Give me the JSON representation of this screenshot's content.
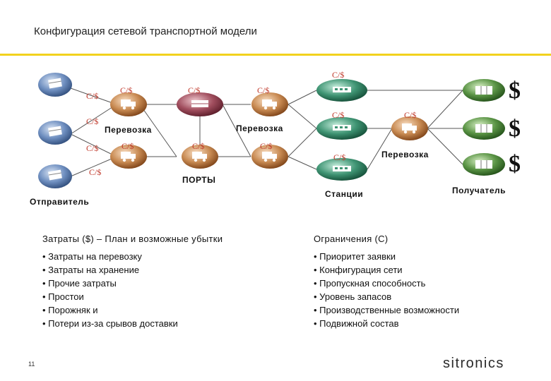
{
  "title": "Конфигурация сетевой транспортной модели",
  "page_number": "11",
  "logo": "sitronics",
  "colors": {
    "accent_rule": "#f2d21e",
    "cost_label": "#c0392b",
    "sender_node": "#4a6fa5",
    "truck_node": "#b5662a",
    "port_node": "#7a2a3a",
    "station_node": "#1f6f4f",
    "receiver_node": "#2f6b2f"
  },
  "diagram": {
    "cost_label": "С/$",
    "transport_label": "Перевозка",
    "ports_label": "ПОРТЫ",
    "stations_label": "Станции",
    "sender_label": "Отправитель",
    "receiver_label": "Получатель",
    "receiver_cost_symbol": "$",
    "node_icons": {
      "sender": "globe-package-icon",
      "truck": "truck-icon",
      "port": "port-icon",
      "station": "train-station-icon",
      "receiver": "receiver-package-icon"
    }
  },
  "costs": {
    "heading": "Затраты ($) – План и возможные убытки",
    "items": [
      "Затраты на перевозку",
      "Затраты на хранение",
      "Прочие затраты",
      "Простои",
      "Порожняк и",
      "Потери из-за срывов доставки"
    ]
  },
  "constraints": {
    "heading": "Ограничения (С)",
    "items": [
      "Приоритет заявки",
      "Конфигурация сети",
      "Пропускная способность",
      "Уровень запасов",
      "Производственные возможности",
      "Подвижной состав"
    ]
  }
}
